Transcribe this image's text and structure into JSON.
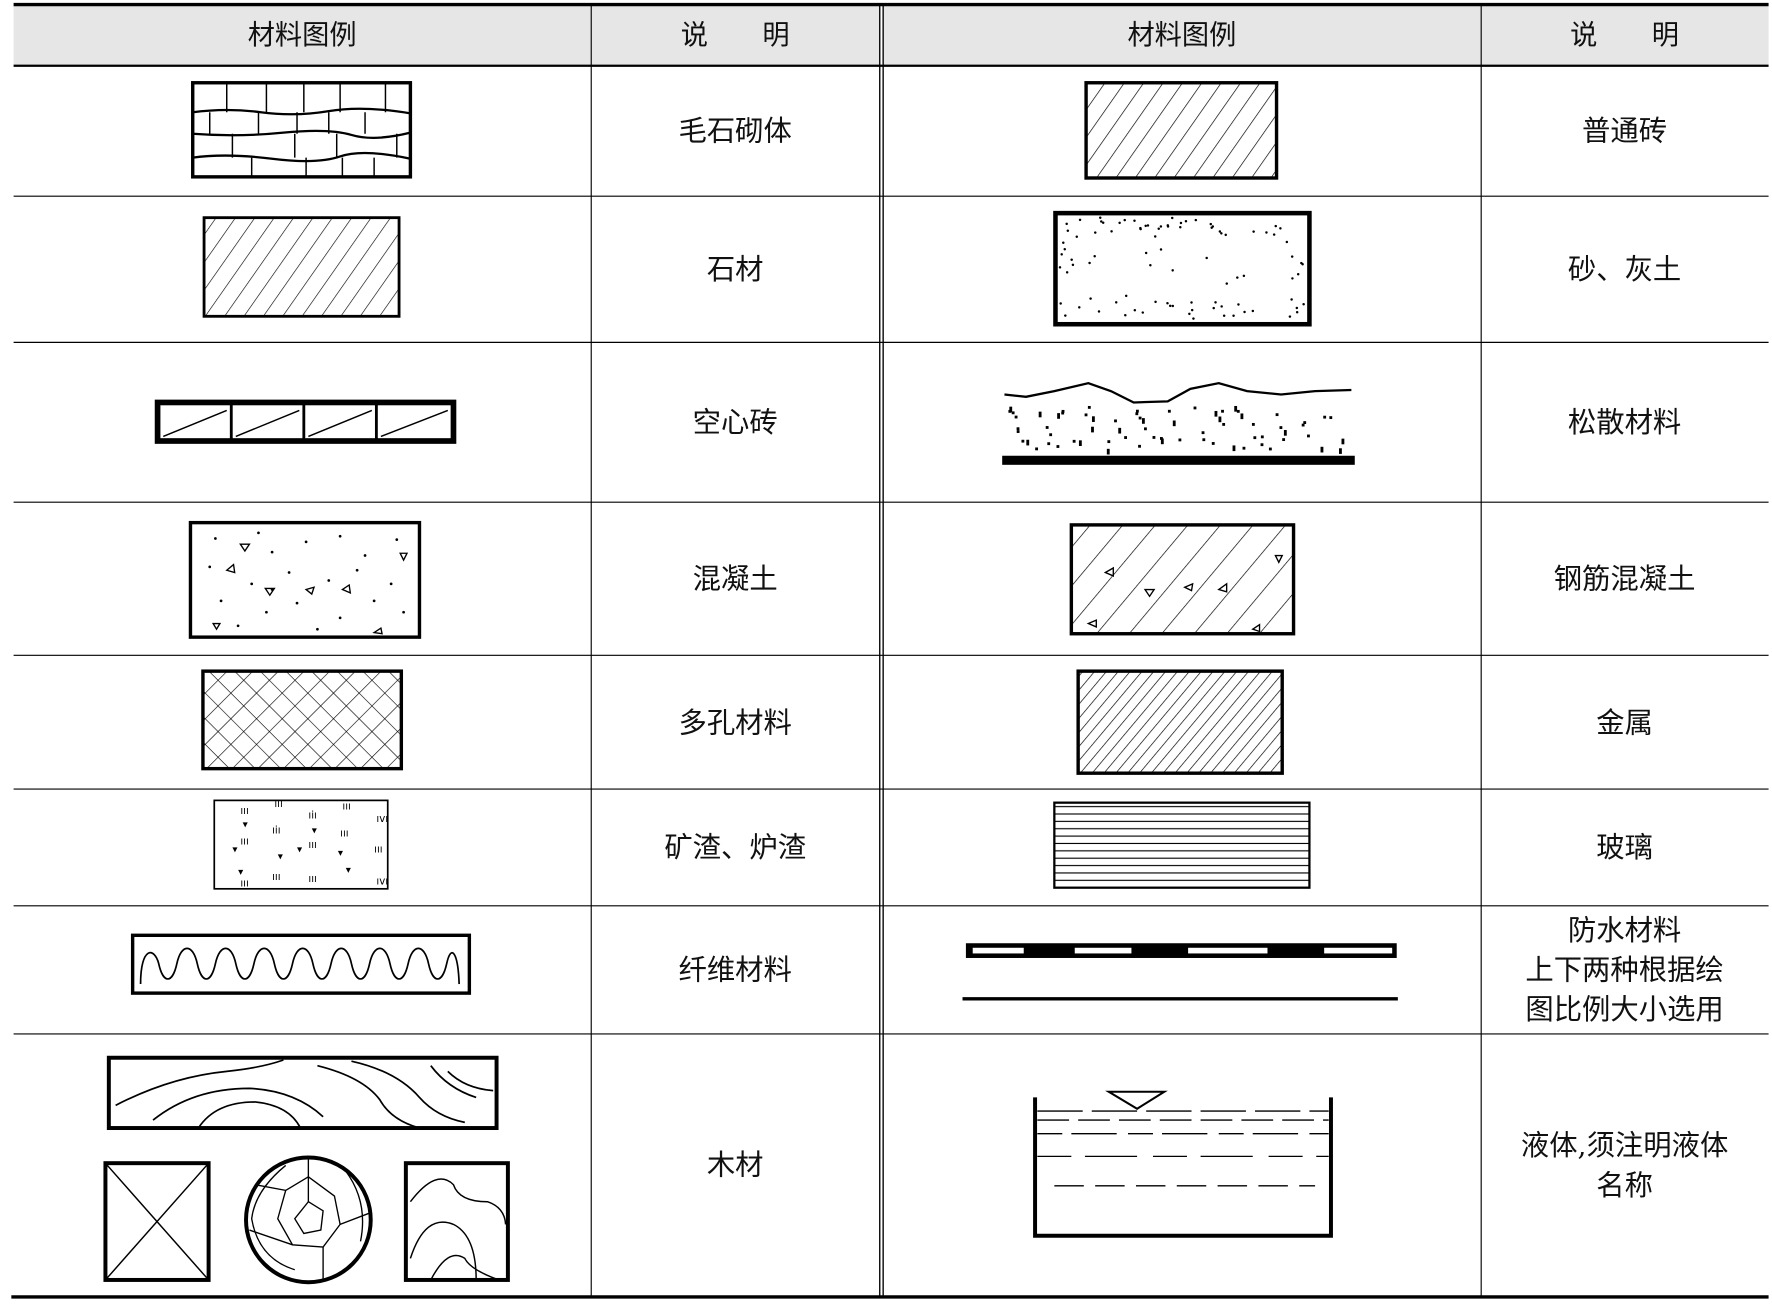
{
  "header": {
    "left_legend": "材料图例",
    "left_desc": "说　　明",
    "right_legend": "材料图例",
    "right_desc": "说　　明"
  },
  "left_rows": [
    {
      "label": "毛石砌体",
      "icon": "rubble-masonry-pattern"
    },
    {
      "label": "石材",
      "icon": "stone-pattern"
    },
    {
      "label": "空心砖",
      "icon": "hollow-brick-pattern"
    },
    {
      "label": "混凝土",
      "icon": "concrete-pattern"
    },
    {
      "label": "多孔材料",
      "icon": "porous-material-pattern"
    },
    {
      "label": "矿渣、炉渣",
      "icon": "slag-pattern"
    },
    {
      "label": "纤维材料",
      "icon": "fiber-material-pattern"
    },
    {
      "label": "木材",
      "icon": "wood-pattern"
    }
  ],
  "right_rows": [
    {
      "label": "普通砖",
      "icon": "common-brick-pattern"
    },
    {
      "label": "砂、灰土",
      "icon": "sand-lime-soil-pattern"
    },
    {
      "label": "松散材料",
      "icon": "loose-material-pattern"
    },
    {
      "label": "钢筋混凝土",
      "icon": "reinforced-concrete-pattern"
    },
    {
      "label": "金属",
      "icon": "metal-pattern"
    },
    {
      "label": "玻璃",
      "icon": "glass-pattern"
    },
    {
      "label": "防水材料\n上下两种根据绘\n图比例大小选用",
      "icon": "waterproof-material-pattern"
    },
    {
      "label": "液体,须注明液体\n名称",
      "icon": "liquid-pattern"
    }
  ]
}
